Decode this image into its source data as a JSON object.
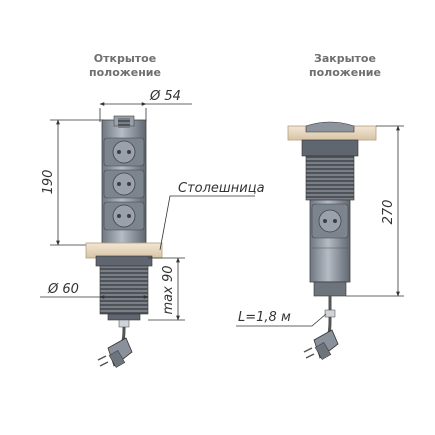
{
  "headers": {
    "open": [
      "Открытое",
      "положение"
    ],
    "closed": [
      "Закрытое",
      "положение"
    ]
  },
  "dimensions": {
    "diameter_top": "Ø 54",
    "height_open": "190",
    "diameter_bottom": "Ø 60",
    "max_depth": "max 90",
    "height_closed": "270",
    "cable_length": "L=1,8 м"
  },
  "labels": {
    "countertop": "Столешница"
  },
  "colors": {
    "body": "#8f98a3",
    "body_dark": "#5b636d",
    "thread": "#6b7078",
    "countertop": "#e6d6bf",
    "line": "#333333"
  },
  "icons": [
    "schuko-socket-icon",
    "power-plug-icon"
  ]
}
